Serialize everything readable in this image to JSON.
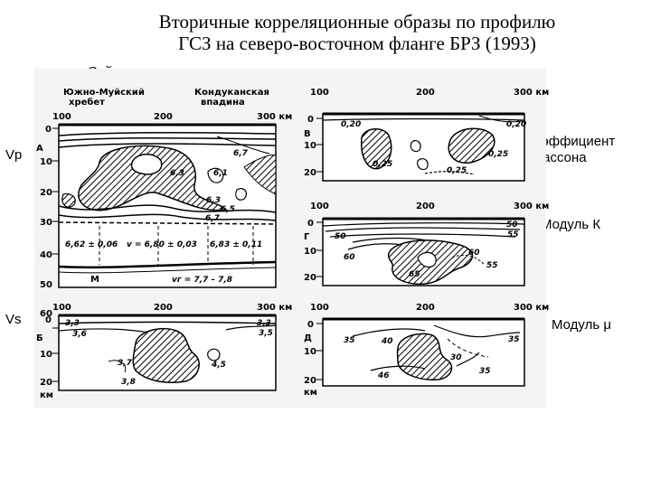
{
  "title_lines": [
    "Вторичные корреляционные образы по профилю",
    "ГСЗ на северо-восточном фланге БРЗ (1993)"
  ],
  "subtitle": "Сейсмические разрезы",
  "side_labels": {
    "vp": "Vp",
    "vs": "Vs",
    "poisson_line1": "Коэффициент",
    "poisson_line2": "Пуассона",
    "modulus_k": "Модуль К",
    "modulus_mu": "Модуль μ"
  },
  "panel_a": {
    "letter": "А",
    "top_left_1": "Южно-Муйский",
    "top_left_2": "хребет",
    "top_right_1": "Кондуканская",
    "top_right_2": "впадина",
    "x_ticks": [
      "100",
      "200",
      "300 км"
    ],
    "y_ticks": [
      "0",
      "10",
      "20",
      "30",
      "40",
      "50",
      "60"
    ],
    "labels": {
      "l63": "6,3",
      "l61": "6,1",
      "l67": "6,7",
      "l63b": "6,3",
      "l65": "6,5",
      "l67b": "6,7",
      "vel1": "6,62 ± 0,06",
      "vel2": "v = 6,80 ± 0,03",
      "vel3": "6,83 ± 0,11",
      "moho": "M",
      "vr": "vг = 7,7 – 7,8"
    }
  },
  "panel_b": {
    "letter": "Б",
    "x_ticks": [
      "100",
      "200",
      "300 км"
    ],
    "y_ticks": [
      "0",
      "10",
      "20"
    ],
    "km": "км",
    "labels": {
      "l33a": "3,3",
      "l36": "3,6",
      "l33b": "3,3",
      "l35": "3,5",
      "l37": "3,7",
      "l38": "3,8",
      "l45": "4,5"
    }
  },
  "panel_v": {
    "letter": "В",
    "x_ticks": [
      "100",
      "200",
      "300 км"
    ],
    "y_ticks": [
      "0",
      "10",
      "20"
    ],
    "labels": {
      "l020a": "0,20",
      "l020b": "0,20",
      "l025a": "0,25",
      "l025b": "0,25",
      "l025c": "0,25"
    }
  },
  "panel_g": {
    "letter": "Г",
    "x_ticks": [
      "100",
      "200",
      "300 км"
    ],
    "y_ticks": [
      "0",
      "10",
      "20"
    ],
    "labels": {
      "l50a": "50",
      "l50b": "50",
      "l55a": "55",
      "l60a": "60",
      "l60b": "60",
      "l55b": "55",
      "l65": "65"
    }
  },
  "panel_d": {
    "letter": "Д",
    "x_ticks": [
      "100",
      "200",
      "300 км"
    ],
    "y_ticks": [
      "0",
      "10",
      "20"
    ],
    "km": "км",
    "labels": {
      "l35a": "35",
      "l40": "40",
      "l30": "30",
      "l35b": "35",
      "l35c": "35",
      "l46": "46"
    }
  }
}
